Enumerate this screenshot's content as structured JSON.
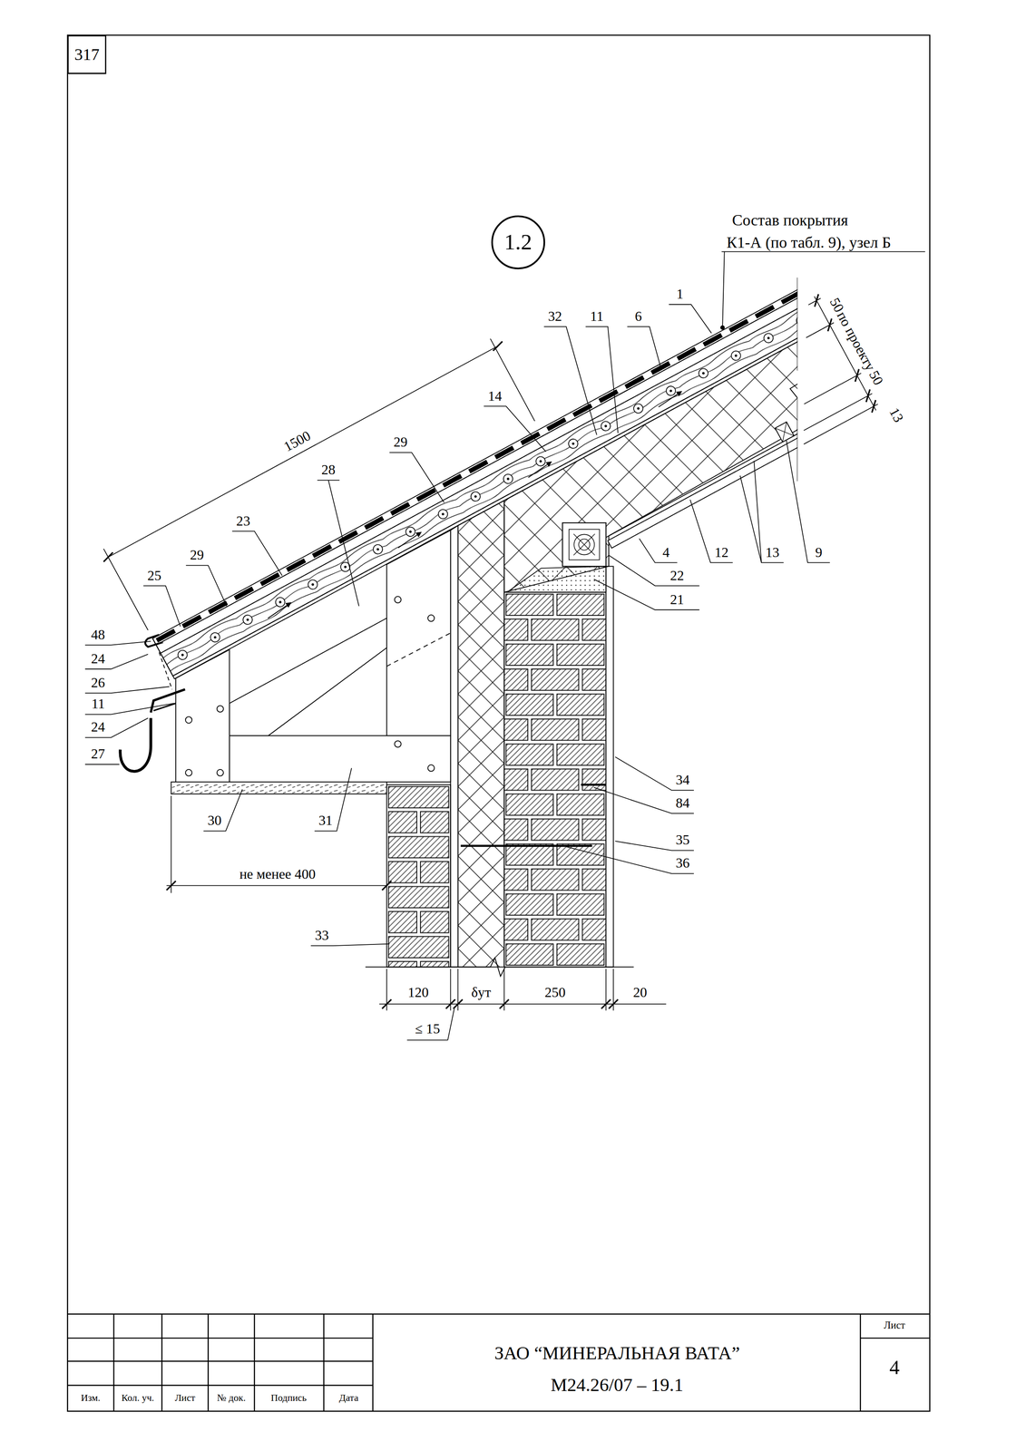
{
  "diagram": {
    "nodes": [
      {
        "text": [
          "317"
        ]
      },
      {
        "text": [
          "1.2"
        ]
      }
    ],
    "labels": [
      "Состав покрытия",
      "К1-А (по табл. 9), узел Б",
      "1",
      "32",
      "11",
      "6",
      "50",
      "по проекту",
      "50",
      "13",
      "14",
      "29",
      "1500",
      "28",
      "23",
      "29",
      "25",
      "48",
      "24",
      "26",
      "11",
      "24",
      "27",
      "4",
      "12",
      "13",
      "9",
      "22",
      "21",
      "30",
      "31",
      "34",
      "84",
      "35",
      "36",
      "не менее 400",
      "33",
      "120",
      "δут",
      "250",
      "20",
      "≤ 15",
      "ЗАО “МИНЕРАЛЬНАЯ ВАТА”",
      "М24.26/07 – 19.1",
      "Лист",
      "4",
      "Изм.",
      "Кол. уч.",
      "Лист",
      "№ док.",
      "Подпись",
      "Дата"
    ]
  }
}
